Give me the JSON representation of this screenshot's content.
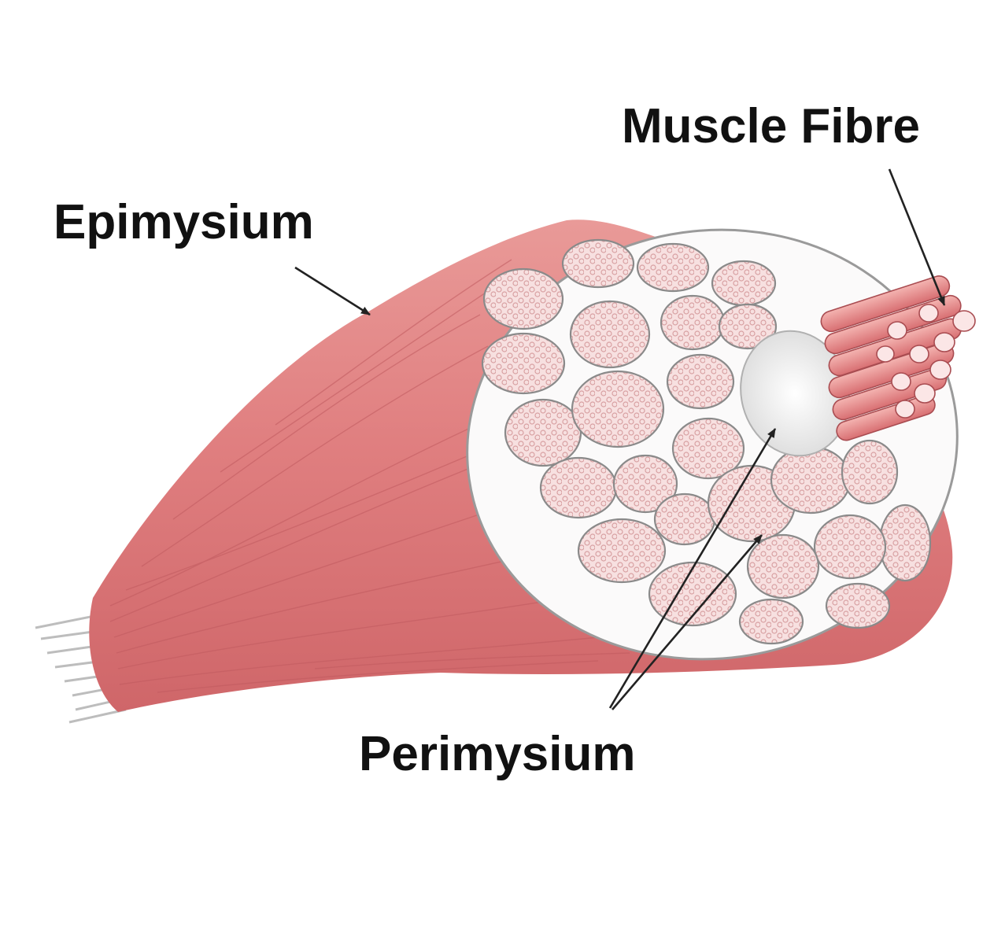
{
  "diagram": {
    "labels": {
      "epimysium": "Epimysium",
      "muscle_fibre": "Muscle Fibre",
      "perimysium": "Perimysium"
    },
    "colors": {
      "muscle": "#e07f80",
      "muscle_dark": "#c9585e",
      "muscle_light": "#f1b3b0",
      "sheath": "#f7f5f5",
      "fascicle_fill": "#f6dada",
      "fascicle_outline": "#8a8a8a",
      "tendon": "#c8c8c8",
      "text": "#111111",
      "arrow": "#222222"
    }
  }
}
